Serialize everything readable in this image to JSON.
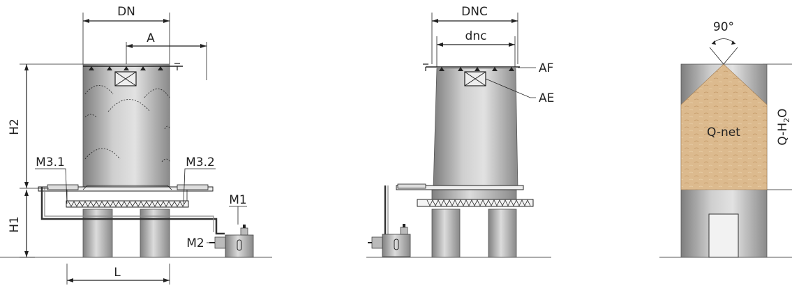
{
  "labels": {
    "dn": "DN",
    "a": "A",
    "h2": "H2",
    "h1": "H1",
    "m31": "M3.1",
    "m32": "M3.2",
    "m1": "M1",
    "m2": "M2",
    "l": "L",
    "dnc": "DNC",
    "dnc_inner": "dnc",
    "af": "AF",
    "ae": "AE",
    "angle": "90°",
    "q_net": "Q-net",
    "q_h2o": "Q-H",
    "q_h2o_sub": "2",
    "q_h2o_end": "O"
  },
  "colors": {
    "steel_dark": "#8a8a8a",
    "steel_light": "#d4d4d4",
    "sawdust": "#d9b68a",
    "line": "#222222"
  }
}
